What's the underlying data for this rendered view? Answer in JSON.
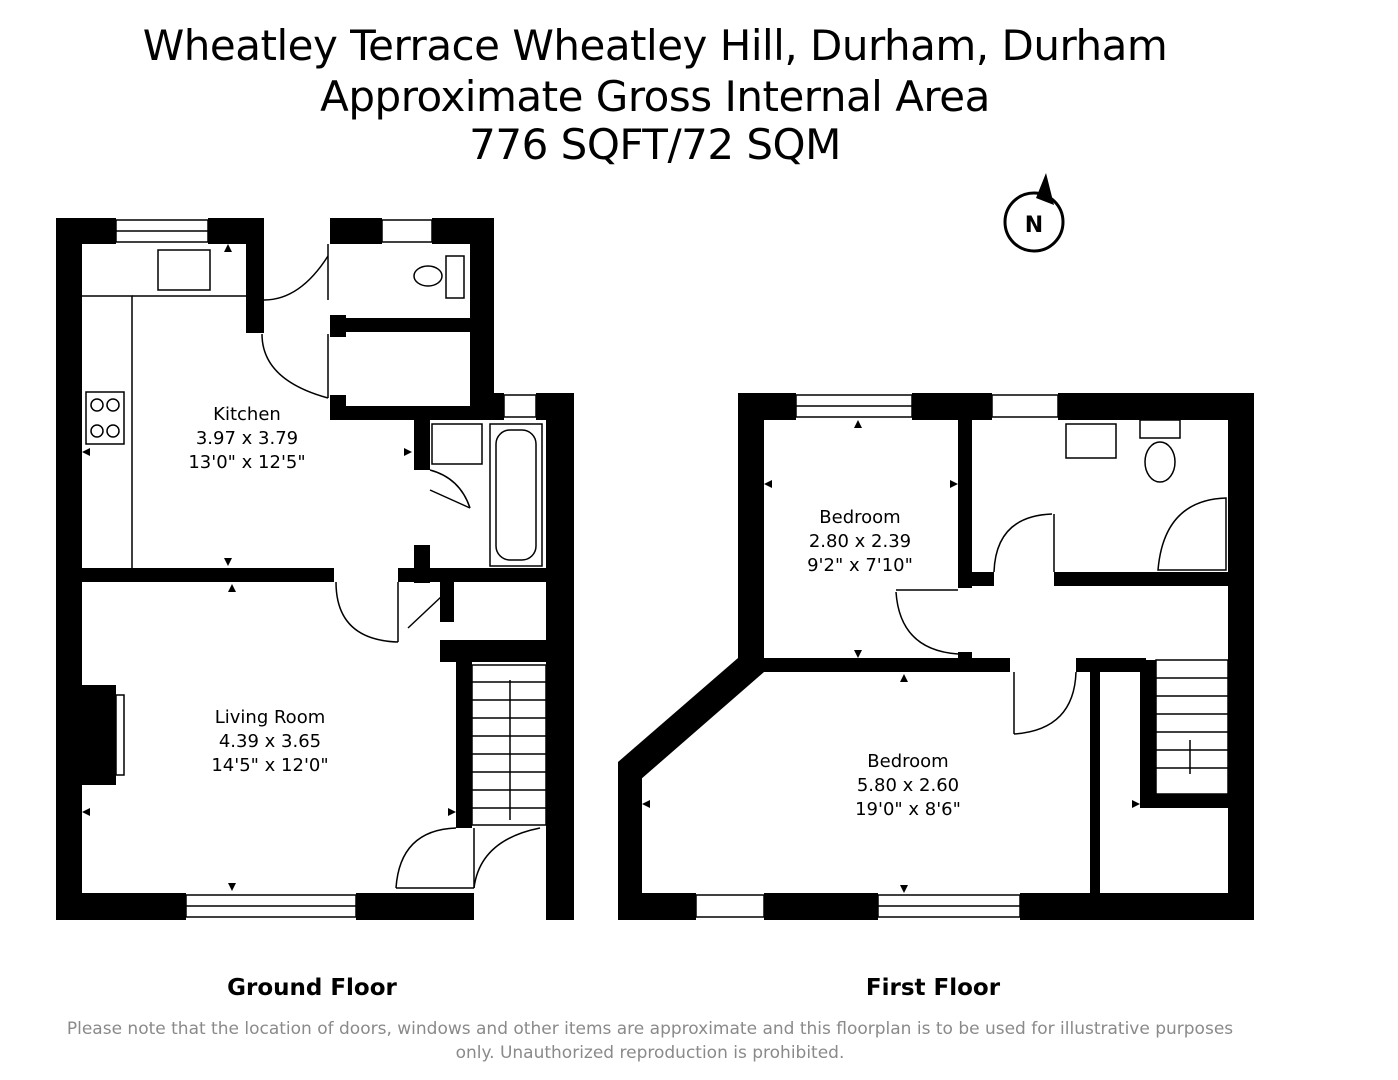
{
  "header": {
    "line1": "Wheatley Terrace Wheatley Hill, Durham, Durham",
    "line2": "Approximate Gross Internal Area",
    "line3": "776 SQFT/72 SQM"
  },
  "compass": {
    "label": "N",
    "icon": "north-arrow-icon"
  },
  "ground_floor": {
    "label": "Ground Floor",
    "kitchen": {
      "name": "Kitchen",
      "metric": "3.97 x 3.79",
      "imperial": "13'0\" x 12'5\""
    },
    "living_room": {
      "name": "Living Room",
      "metric": "4.39 x 3.65",
      "imperial": "14'5\" x 12'0\""
    }
  },
  "first_floor": {
    "label": "First Floor",
    "bedroom_small": {
      "name": "Bedroom",
      "metric": "2.80 x 2.39",
      "imperial": "9'2\" x 7'10\""
    },
    "bedroom_large": {
      "name": "Bedroom",
      "metric": "5.80 x 2.60",
      "imperial": "19'0\" x 8'6\""
    }
  },
  "disclaimer": "Please note that the location of doors, windows and other items are approximate and this floorplan is to be used for illustrative purposes only. Unauthorized reproduction is prohibited.",
  "colors": {
    "wall": "#000000",
    "note": "#8a8a8a",
    "background": "#ffffff"
  }
}
